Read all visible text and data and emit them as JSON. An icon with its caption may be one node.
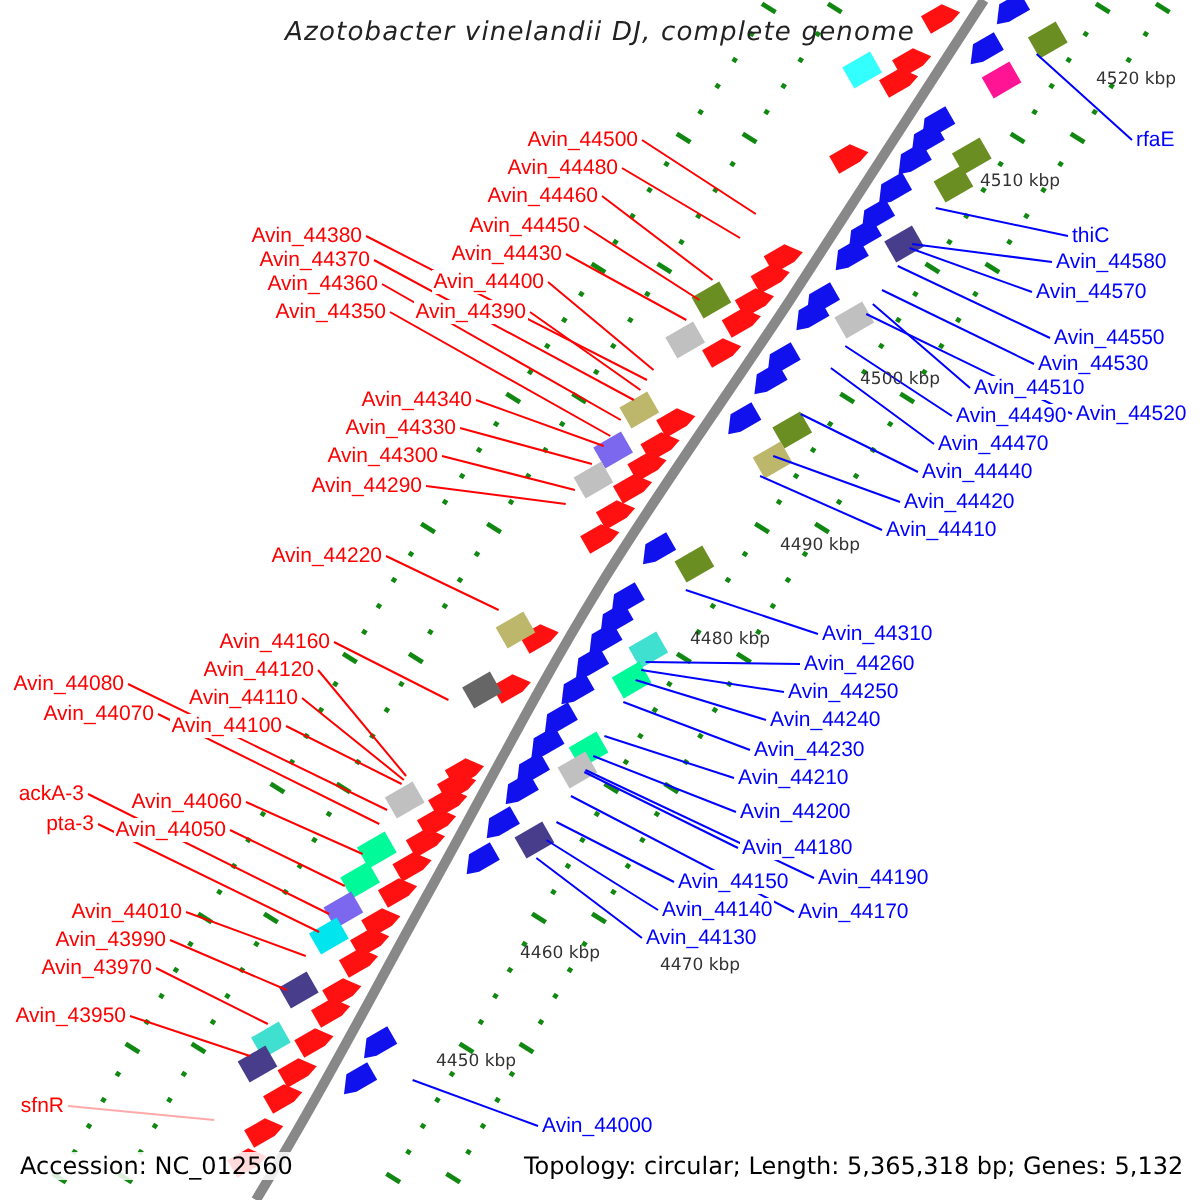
{
  "diagram": {
    "title": "Azotobacter vinelandii DJ, complete genome",
    "nodes": [
      {
        "text": [
          "Avin_44500"
        ]
      },
      {
        "text": [
          "Avin_44480"
        ]
      },
      {
        "text": [
          "Avin_44460"
        ]
      },
      {
        "text": [
          "Avin_44450"
        ]
      },
      {
        "text": [
          "Avin_44430"
        ]
      },
      {
        "text": [
          "Avin_44400"
        ]
      },
      {
        "text": [
          "Avin_44390"
        ]
      },
      {
        "text": [
          "Avin_44380"
        ]
      },
      {
        "text": [
          "Avin_44370"
        ]
      },
      {
        "text": [
          "Avin_44360"
        ]
      },
      {
        "text": [
          "Avin_44350"
        ]
      },
      {
        "text": [
          "Avin_44340"
        ]
      },
      {
        "text": [
          "Avin_44330"
        ]
      },
      {
        "text": [
          "Avin_44300"
        ]
      },
      {
        "text": [
          "Avin_44290"
        ]
      },
      {
        "text": [
          "Avin_44220"
        ]
      },
      {
        "text": [
          "Avin_44160"
        ]
      },
      {
        "text": [
          "Avin_44120"
        ]
      },
      {
        "text": [
          "Avin_44110"
        ]
      },
      {
        "text": [
          "Avin_44100"
        ]
      },
      {
        "text": [
          "Avin_44080"
        ]
      },
      {
        "text": [
          "Avin_44070"
        ]
      },
      {
        "text": [
          "ackA-3"
        ]
      },
      {
        "text": [
          "Avin_44060"
        ]
      },
      {
        "text": [
          "pta-3"
        ]
      },
      {
        "text": [
          "Avin_44050"
        ]
      },
      {
        "text": [
          "Avin_44010"
        ]
      },
      {
        "text": [
          "Avin_43990"
        ]
      },
      {
        "text": [
          "Avin_43970"
        ]
      },
      {
        "text": [
          "Avin_43950"
        ]
      },
      {
        "text": [
          "sfnR"
        ]
      },
      {
        "text": [
          "rfaE"
        ]
      },
      {
        "text": [
          "thiC"
        ]
      },
      {
        "text": [
          "Avin_44580"
        ]
      },
      {
        "text": [
          "Avin_44570"
        ]
      },
      {
        "text": [
          "Avin_44550"
        ]
      },
      {
        "text": [
          "Avin_44530"
        ]
      },
      {
        "text": [
          "Avin_44510"
        ]
      },
      {
        "text": [
          "Avin_44520"
        ]
      },
      {
        "text": [
          "Avin_44490"
        ]
      },
      {
        "text": [
          "Avin_44470"
        ]
      },
      {
        "text": [
          "Avin_44440"
        ]
      },
      {
        "text": [
          "Avin_44420"
        ]
      },
      {
        "text": [
          "Avin_44410"
        ]
      },
      {
        "text": [
          "Avin_44310"
        ]
      },
      {
        "text": [
          "Avin_44260"
        ]
      },
      {
        "text": [
          "Avin_44250"
        ]
      },
      {
        "text": [
          "Avin_44240"
        ]
      },
      {
        "text": [
          "Avin_44230"
        ]
      },
      {
        "text": [
          "Avin_44210"
        ]
      },
      {
        "text": [
          "Avin_44200"
        ]
      },
      {
        "text": [
          "Avin_44180"
        ]
      },
      {
        "text": [
          "Avin_44190"
        ]
      },
      {
        "text": [
          "Avin_44150"
        ]
      },
      {
        "text": [
          "Avin_44170"
        ]
      },
      {
        "text": [
          "Avin_44140"
        ]
      },
      {
        "text": [
          "Avin_44130"
        ]
      },
      {
        "text": [
          "Avin_44000"
        ]
      }
    ],
    "edges": [
      {
        "from": 0,
        "to": null,
        "arrow": "none",
        "color": "#ff0000"
      },
      {
        "from": 1,
        "to": null,
        "arrow": "none",
        "color": "#ff0000"
      },
      {
        "from": 2,
        "to": null,
        "arrow": "none",
        "color": "#ff0000"
      },
      {
        "from": 3,
        "to": null,
        "arrow": "none",
        "color": "#ff0000"
      },
      {
        "from": 4,
        "to": null,
        "arrow": "none",
        "color": "#ff0000"
      },
      {
        "from": 5,
        "to": null,
        "arrow": "none",
        "color": "#ff0000"
      },
      {
        "from": 6,
        "to": null,
        "arrow": "none",
        "color": "#ff0000"
      },
      {
        "from": 7,
        "to": null,
        "arrow": "none",
        "color": "#ff0000"
      },
      {
        "from": 8,
        "to": null,
        "arrow": "none",
        "color": "#ff0000"
      },
      {
        "from": 9,
        "to": null,
        "arrow": "none",
        "color": "#ff0000"
      },
      {
        "from": 10,
        "to": null,
        "arrow": "none",
        "color": "#ff0000"
      },
      {
        "from": 11,
        "to": null,
        "arrow": "none",
        "color": "#ff0000"
      },
      {
        "from": 12,
        "to": null,
        "arrow": "none",
        "color": "#ff0000"
      },
      {
        "from": 13,
        "to": null,
        "arrow": "none",
        "color": "#ff0000"
      },
      {
        "from": 14,
        "to": null,
        "arrow": "none",
        "color": "#ff0000"
      },
      {
        "from": 15,
        "to": null,
        "arrow": "none",
        "color": "#ff0000"
      },
      {
        "from": 16,
        "to": null,
        "arrow": "none",
        "color": "#ff0000"
      },
      {
        "from": 17,
        "to": null,
        "arrow": "none",
        "color": "#ff0000"
      },
      {
        "from": 18,
        "to": null,
        "arrow": "none",
        "color": "#ff0000"
      },
      {
        "from": 19,
        "to": null,
        "arrow": "none",
        "color": "#ff0000"
      },
      {
        "from": 20,
        "to": null,
        "arrow": "none",
        "color": "#ff0000"
      },
      {
        "from": 21,
        "to": null,
        "arrow": "none",
        "color": "#ff0000"
      },
      {
        "from": 22,
        "to": null,
        "arrow": "none",
        "color": "#ff0000"
      },
      {
        "from": 23,
        "to": null,
        "arrow": "none",
        "color": "#ff0000"
      },
      {
        "from": 24,
        "to": null,
        "arrow": "none",
        "color": "#ff0000"
      },
      {
        "from": 25,
        "to": null,
        "arrow": "none",
        "color": "#ff0000"
      },
      {
        "from": 26,
        "to": null,
        "arrow": "none",
        "color": "#ff0000"
      },
      {
        "from": 27,
        "to": null,
        "arrow": "none",
        "color": "#ff0000"
      },
      {
        "from": 28,
        "to": null,
        "arrow": "none",
        "color": "#ff0000"
      },
      {
        "from": 29,
        "to": null,
        "arrow": "none",
        "color": "#ff0000"
      },
      {
        "from": 30,
        "to": null,
        "arrow": "none",
        "color": "#ffaaaa"
      },
      {
        "from": 31,
        "to": null,
        "arrow": "none",
        "color": "#0000ff"
      },
      {
        "from": 32,
        "to": null,
        "arrow": "none",
        "color": "#0000ff"
      },
      {
        "from": 33,
        "to": null,
        "arrow": "none",
        "color": "#0000ff"
      },
      {
        "from": 34,
        "to": null,
        "arrow": "none",
        "color": "#0000ff"
      },
      {
        "from": 35,
        "to": null,
        "arrow": "none",
        "color": "#0000ff"
      },
      {
        "from": 36,
        "to": null,
        "arrow": "none",
        "color": "#0000ff"
      },
      {
        "from": 37,
        "to": null,
        "arrow": "none",
        "color": "#0000ff"
      },
      {
        "from": 38,
        "to": null,
        "arrow": "none",
        "color": "#0000ff"
      },
      {
        "from": 39,
        "to": null,
        "arrow": "none",
        "color": "#0000ff"
      },
      {
        "from": 40,
        "to": null,
        "arrow": "none",
        "color": "#0000ff"
      },
      {
        "from": 41,
        "to": null,
        "arrow": "none",
        "color": "#0000ff"
      },
      {
        "from": 42,
        "to": null,
        "arrow": "none",
        "color": "#0000ff"
      },
      {
        "from": 43,
        "to": null,
        "arrow": "none",
        "color": "#0000ff"
      },
      {
        "from": 44,
        "to": null,
        "arrow": "none",
        "color": "#0000ff"
      },
      {
        "from": 45,
        "to": null,
        "arrow": "none",
        "color": "#0000ff"
      },
      {
        "from": 46,
        "to": null,
        "arrow": "none",
        "color": "#0000ff"
      },
      {
        "from": 47,
        "to": null,
        "arrow": "none",
        "color": "#0000ff"
      },
      {
        "from": 48,
        "to": null,
        "arrow": "none",
        "color": "#0000ff"
      },
      {
        "from": 49,
        "to": null,
        "arrow": "none",
        "color": "#0000ff"
      },
      {
        "from": 50,
        "to": null,
        "arrow": "none",
        "color": "#0000ff"
      },
      {
        "from": 51,
        "to": null,
        "arrow": "none",
        "color": "#0000ff"
      },
      {
        "from": 52,
        "to": null,
        "arrow": "none",
        "color": "#0000ff"
      },
      {
        "from": 53,
        "to": null,
        "arrow": "none",
        "color": "#0000ff"
      },
      {
        "from": 54,
        "to": null,
        "arrow": "none",
        "color": "#0000ff"
      },
      {
        "from": 55,
        "to": null,
        "arrow": "none",
        "color": "#0000ff"
      },
      {
        "from": 56,
        "to": null,
        "arrow": "none",
        "color": "#0000ff"
      },
      {
        "from": 57,
        "to": null,
        "arrow": "none",
        "color": "#0000ff"
      }
    ],
    "labels": [
      "4520 kbp",
      "4510 kbp",
      "4500 kbp",
      "4490 kbp",
      "4480 kbp",
      "4470 kbp",
      "4460 kbp",
      "4450 kbp",
      "Accession: NC_012560",
      "Topology: circular; Length: 5,365,318 bp; Genes: 5,132"
    ]
  }
}
